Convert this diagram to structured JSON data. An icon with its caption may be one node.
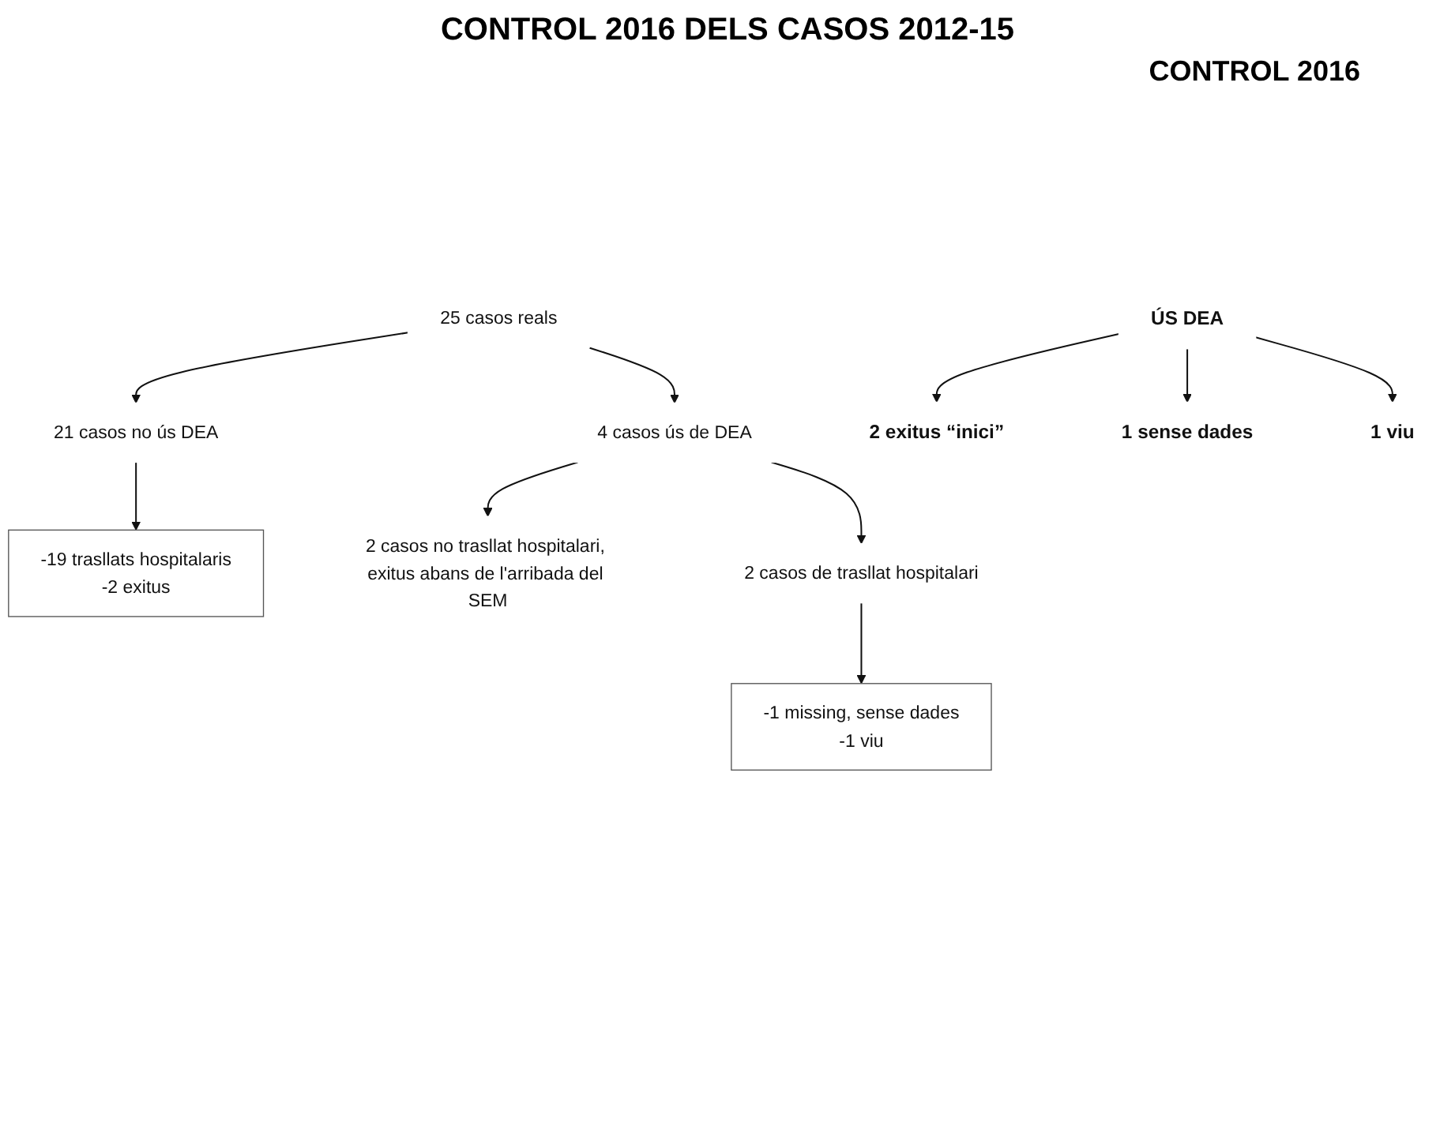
{
  "diagram": {
    "title": "CONTROL 2016 DELS CASOS 2012-15",
    "nodes": [
      {
        "text": [
          "25 casos reals"
        ]
      },
      {
        "text": [
          "21 casos no ús DEA"
        ]
      },
      {
        "text": [
          "-19 trasllats hospitalaris",
          "-2 exitus"
        ]
      },
      {
        "text": [
          "4 casos ús de DEA"
        ]
      },
      {
        "text": [
          "2 casos no trasllat hospitalari, exitus abans de l'arribada del SEM"
        ]
      },
      {
        "text": [
          "2 casos de trasllat hospitalari"
        ]
      },
      {
        "text": [
          "-1 missing, sense dades",
          "-1 viu"
        ]
      },
      {
        "text": [
          "ÚS DEA"
        ]
      },
      {
        "text": [
          "2 exitus “inici”"
        ]
      },
      {
        "text": [
          "1 sense dades"
        ]
      },
      {
        "text": [
          "1 viu"
        ]
      }
    ],
    "edges": [
      {
        "from": 0,
        "to": 3,
        "arrow": "to"
      },
      {
        "from": 0,
        "to": 1,
        "arrow": "to"
      },
      {
        "from": 1,
        "to": 2,
        "arrow": "to"
      },
      {
        "from": 3,
        "to": 5,
        "arrow": "to"
      },
      {
        "from": 3,
        "to": 4,
        "arrow": "to"
      },
      {
        "from": 5,
        "to": 6,
        "arrow": "to"
      },
      {
        "from": 7,
        "to": 8,
        "arrow": "to"
      },
      {
        "from": 7,
        "to": 9,
        "arrow": "to"
      },
      {
        "from": 7,
        "to": 10,
        "arrow": "to"
      }
    ],
    "labels": [
      "CONTROL 2016"
    ]
  }
}
